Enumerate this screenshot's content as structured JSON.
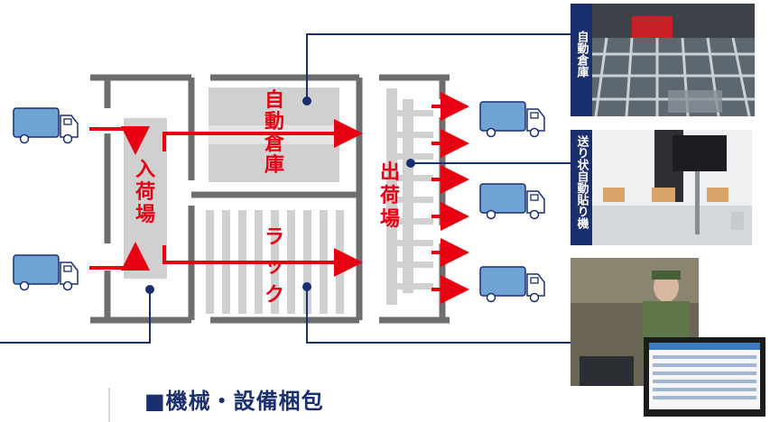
{
  "zones": {
    "inbound": "入荷場",
    "auto_warehouse": "自動倉庫",
    "rack": "ラック",
    "outbound": "出荷場"
  },
  "callouts": {
    "auto_warehouse": "自動倉庫",
    "label_machine": "送り状自動貼り機"
  },
  "section_heading": "■機械・設備梱包",
  "colors": {
    "accent_red": "#e60012",
    "navy": "#1a2f6e",
    "wall_gray": "#6e6e6e",
    "zone_gray": "#d0d0d0",
    "truck_blue": "#6fa3d6"
  },
  "icons": [
    "truck-icon",
    "arrow-icon",
    "connector-dot-icon"
  ]
}
